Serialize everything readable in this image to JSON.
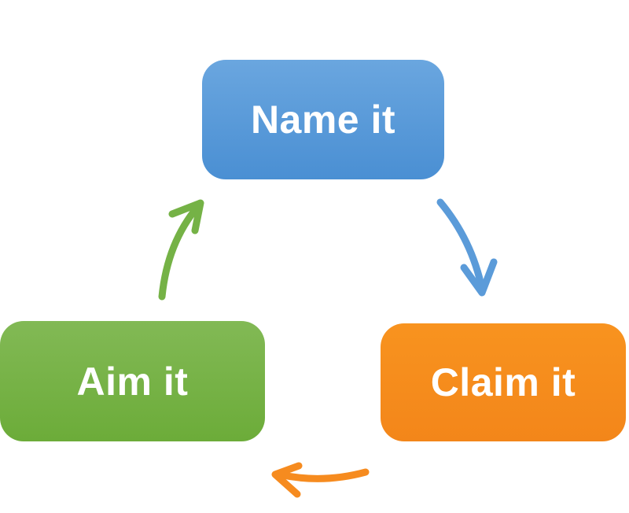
{
  "cycle": {
    "nodes": {
      "name": {
        "label": "Name it",
        "color": "#5b9bd9"
      },
      "claim": {
        "label": "Claim it",
        "color": "#f68b1f"
      },
      "aim": {
        "label": "Aim it",
        "color": "#75b246"
      }
    },
    "arrows": {
      "name_to_claim": {
        "color": "#4a8fd3"
      },
      "claim_to_aim": {
        "color": "#f68b1f"
      },
      "aim_to_name": {
        "color": "#6cac39"
      }
    }
  }
}
